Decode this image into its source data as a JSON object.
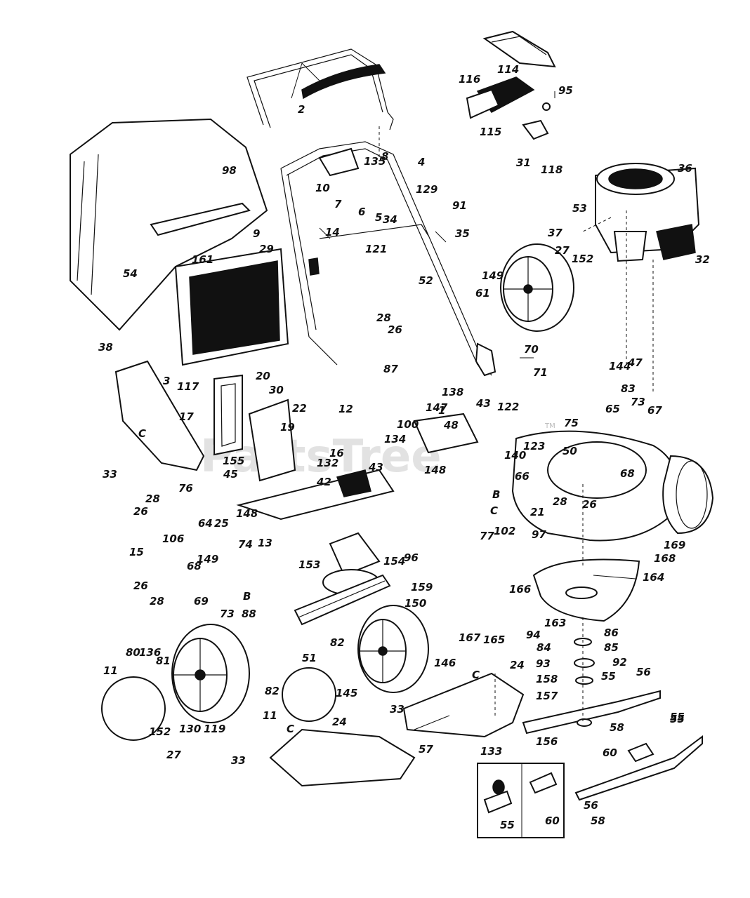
{
  "watermark": "PartsTree",
  "trademark": "TM",
  "callouts": [
    {
      "id": "p2",
      "text": "2"
    },
    {
      "id": "p114",
      "text": "114"
    },
    {
      "id": "p116",
      "text": "116"
    },
    {
      "id": "p95",
      "text": "95"
    },
    {
      "id": "p115",
      "text": "115"
    },
    {
      "id": "p31",
      "text": "31"
    },
    {
      "id": "p118",
      "text": "118"
    },
    {
      "id": "p36",
      "text": "36"
    },
    {
      "id": "p98",
      "text": "98"
    },
    {
      "id": "p8",
      "text": "8"
    },
    {
      "id": "p135",
      "text": "135"
    },
    {
      "id": "p4",
      "text": "4"
    },
    {
      "id": "p10",
      "text": "10"
    },
    {
      "id": "p7",
      "text": "7"
    },
    {
      "id": "p6",
      "text": "6"
    },
    {
      "id": "p5",
      "text": "5"
    },
    {
      "id": "p34",
      "text": "34"
    },
    {
      "id": "p129",
      "text": "129"
    },
    {
      "id": "p91",
      "text": "91"
    },
    {
      "id": "p53",
      "text": "53"
    },
    {
      "id": "p9",
      "text": "9"
    },
    {
      "id": "p14",
      "text": "14"
    },
    {
      "id": "p35",
      "text": "35"
    },
    {
      "id": "p37",
      "text": "37"
    },
    {
      "id": "p32",
      "text": "32"
    },
    {
      "id": "p29",
      "text": "29"
    },
    {
      "id": "p121",
      "text": "121"
    },
    {
      "id": "p27a",
      "text": "27"
    },
    {
      "id": "p152a",
      "text": "152"
    },
    {
      "id": "p161",
      "text": "161"
    },
    {
      "id": "p54",
      "text": "54"
    },
    {
      "id": "p52",
      "text": "52"
    },
    {
      "id": "p149a",
      "text": "149"
    },
    {
      "id": "p61",
      "text": "61"
    },
    {
      "id": "p38",
      "text": "38"
    },
    {
      "id": "p28a",
      "text": "28"
    },
    {
      "id": "p26a",
      "text": "26"
    },
    {
      "id": "p70",
      "text": "70"
    },
    {
      "id": "p87",
      "text": "87"
    },
    {
      "id": "p3",
      "text": "3"
    },
    {
      "id": "p20",
      "text": "20"
    },
    {
      "id": "p71",
      "text": "71"
    },
    {
      "id": "p144",
      "text": "144"
    },
    {
      "id": "p47",
      "text": "47"
    },
    {
      "id": "p117",
      "text": "117"
    },
    {
      "id": "p30",
      "text": "30"
    },
    {
      "id": "p83",
      "text": "83"
    },
    {
      "id": "p22",
      "text": "22"
    },
    {
      "id": "p138",
      "text": "138"
    },
    {
      "id": "p43a",
      "text": "43"
    },
    {
      "id": "p122",
      "text": "122"
    },
    {
      "id": "p73a",
      "text": "73"
    },
    {
      "id": "p65",
      "text": "65"
    },
    {
      "id": "p67",
      "text": "67"
    },
    {
      "id": "p17",
      "text": "17"
    },
    {
      "id": "p19",
      "text": "19"
    },
    {
      "id": "p147",
      "text": "147"
    },
    {
      "id": "p1",
      "text": "1"
    },
    {
      "id": "p75",
      "text": "75"
    },
    {
      "id": "p12",
      "text": "12"
    },
    {
      "id": "p100",
      "text": "100"
    },
    {
      "id": "p48",
      "text": "48"
    },
    {
      "id": "pC1",
      "text": "C"
    },
    {
      "id": "p134",
      "text": "134"
    },
    {
      "id": "p123",
      "text": "123"
    },
    {
      "id": "p50",
      "text": "50"
    },
    {
      "id": "p33a",
      "text": "33"
    },
    {
      "id": "p16",
      "text": "16"
    },
    {
      "id": "p155",
      "text": "155"
    },
    {
      "id": "p132",
      "text": "132"
    },
    {
      "id": "p140",
      "text": "140"
    },
    {
      "id": "p45",
      "text": "45"
    },
    {
      "id": "p43b",
      "text": "43"
    },
    {
      "id": "p148a",
      "text": "148"
    },
    {
      "id": "p68a",
      "text": "68"
    },
    {
      "id": "p66",
      "text": "66"
    },
    {
      "id": "pB1",
      "text": "B"
    },
    {
      "id": "p76",
      "text": "76"
    },
    {
      "id": "p42",
      "text": "42"
    },
    {
      "id": "p28b",
      "text": "28"
    },
    {
      "id": "p28c",
      "text": "28"
    },
    {
      "id": "p21",
      "text": "21"
    },
    {
      "id": "p26b",
      "text": "26"
    },
    {
      "id": "p26c",
      "text": "26"
    },
    {
      "id": "pC2",
      "text": "C"
    },
    {
      "id": "p102",
      "text": "102"
    },
    {
      "id": "p77",
      "text": "77"
    },
    {
      "id": "p148b",
      "text": "148"
    },
    {
      "id": "p64",
      "text": "64"
    },
    {
      "id": "p25",
      "text": "25"
    },
    {
      "id": "p97",
      "text": "97"
    },
    {
      "id": "p169",
      "text": "169"
    },
    {
      "id": "p106",
      "text": "106"
    },
    {
      "id": "p13",
      "text": "13"
    },
    {
      "id": "p74",
      "text": "74"
    },
    {
      "id": "p168",
      "text": "168"
    },
    {
      "id": "p15",
      "text": "15"
    },
    {
      "id": "p149b",
      "text": "149"
    },
    {
      "id": "p153",
      "text": "153"
    },
    {
      "id": "p154",
      "text": "154"
    },
    {
      "id": "p96",
      "text": "96"
    },
    {
      "id": "p164",
      "text": "164"
    },
    {
      "id": "p68b",
      "text": "68"
    },
    {
      "id": "p26d",
      "text": "26"
    },
    {
      "id": "p28d",
      "text": "28"
    },
    {
      "id": "p69",
      "text": "69"
    },
    {
      "id": "pB2",
      "text": "B"
    },
    {
      "id": "p159",
      "text": "159"
    },
    {
      "id": "p166",
      "text": "166"
    },
    {
      "id": "p73b",
      "text": "73"
    },
    {
      "id": "p150",
      "text": "150"
    },
    {
      "id": "p163",
      "text": "163"
    },
    {
      "id": "p88",
      "text": "88"
    },
    {
      "id": "p86",
      "text": "86"
    },
    {
      "id": "p94",
      "text": "94"
    },
    {
      "id": "p167",
      "text": "167"
    },
    {
      "id": "p165",
      "text": "165"
    },
    {
      "id": "p85",
      "text": "85"
    },
    {
      "id": "p84",
      "text": "84"
    },
    {
      "id": "p82a",
      "text": "82"
    },
    {
      "id": "p146",
      "text": "146"
    },
    {
      "id": "p92",
      "text": "92"
    },
    {
      "id": "p93",
      "text": "93"
    },
    {
      "id": "p51",
      "text": "51"
    },
    {
      "id": "p24a",
      "text": "24"
    },
    {
      "id": "p80",
      "text": "80"
    },
    {
      "id": "p136",
      "text": "136"
    },
    {
      "id": "p81",
      "text": "81"
    },
    {
      "id": "p11a",
      "text": "11"
    },
    {
      "id": "p158",
      "text": "158"
    },
    {
      "id": "p55a",
      "text": "55"
    },
    {
      "id": "p56a",
      "text": "56"
    },
    {
      "id": "p157",
      "text": "157"
    },
    {
      "id": "pC3",
      "text": "C"
    },
    {
      "id": "p145",
      "text": "145"
    },
    {
      "id": "p82b",
      "text": "82"
    },
    {
      "id": "p33b",
      "text": "33"
    },
    {
      "id": "p11b",
      "text": "11"
    },
    {
      "id": "p24b",
      "text": "24"
    },
    {
      "id": "p58a",
      "text": "58"
    },
    {
      "id": "p156",
      "text": "156"
    },
    {
      "id": "p55b",
      "text": "55"
    },
    {
      "id": "p152b",
      "text": "152"
    },
    {
      "id": "p130",
      "text": "130"
    },
    {
      "id": "p119",
      "text": "119"
    },
    {
      "id": "p60a",
      "text": "60"
    },
    {
      "id": "p27b",
      "text": "27"
    },
    {
      "id": "pC4",
      "text": "C"
    },
    {
      "id": "p57",
      "text": "57"
    },
    {
      "id": "p133",
      "text": "133"
    },
    {
      "id": "p33c",
      "text": "33"
    },
    {
      "id": "p56b",
      "text": "56"
    },
    {
      "id": "p58b",
      "text": "58"
    },
    {
      "id": "p55c",
      "text": "55"
    },
    {
      "id": "p55d",
      "text": "55"
    },
    {
      "id": "p60b",
      "text": "60"
    }
  ]
}
